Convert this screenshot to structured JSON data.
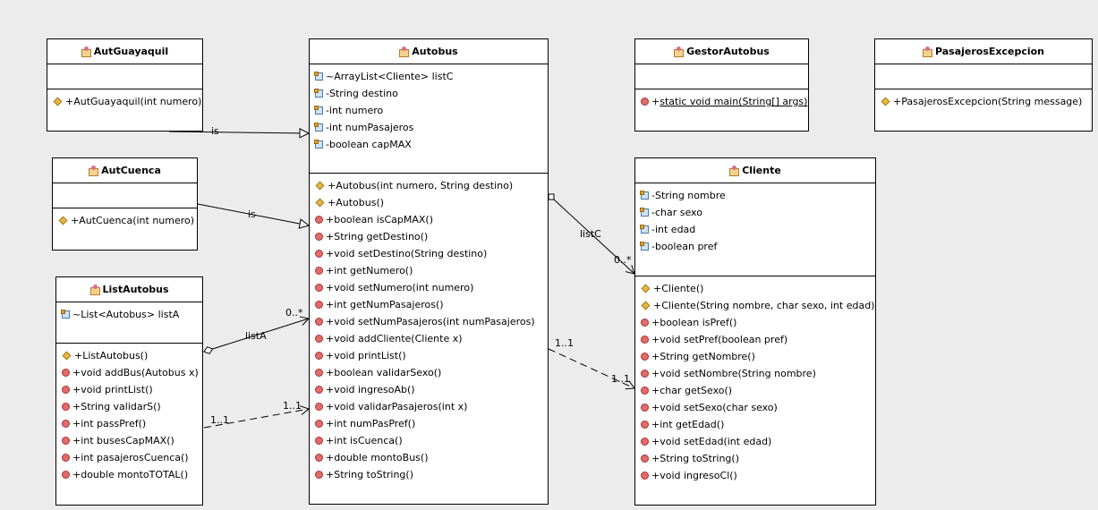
{
  "classes": {
    "autguayaquil": {
      "name": "AutGuayaquil",
      "fields": [],
      "methods": [
        {
          "icon": "constructor-icon",
          "text": "+AutGuayaquil(int numero)"
        }
      ]
    },
    "autcuenca": {
      "name": "AutCuenca",
      "fields": [],
      "methods": [
        {
          "icon": "constructor-icon",
          "text": "+AutCuenca(int numero)"
        }
      ]
    },
    "listautobus": {
      "name": "ListAutobus",
      "fields": [
        {
          "icon": "field-icon",
          "text": "~List<Autobus> listA"
        }
      ],
      "methods": [
        {
          "icon": "constructor-icon",
          "text": "+ListAutobus()"
        },
        {
          "icon": "method-icon",
          "text": "+void addBus(Autobus x)"
        },
        {
          "icon": "method-icon",
          "text": "+void printList()"
        },
        {
          "icon": "method-icon",
          "text": "+String validarS()"
        },
        {
          "icon": "method-icon",
          "text": "+int passPref()"
        },
        {
          "icon": "method-icon",
          "text": "+int busesCapMAX()"
        },
        {
          "icon": "method-icon",
          "text": "+int pasajerosCuenca()"
        },
        {
          "icon": "method-icon",
          "text": "+double montoTOTAL()"
        }
      ]
    },
    "autobus": {
      "name": "Autobus",
      "fields": [
        {
          "icon": "field-icon",
          "text": "~ArrayList<Cliente> listC"
        },
        {
          "icon": "field-icon",
          "text": "-String destino"
        },
        {
          "icon": "field-icon",
          "text": "-int numero"
        },
        {
          "icon": "field-icon",
          "text": "-int numPasajeros"
        },
        {
          "icon": "field-icon",
          "text": "-boolean capMAX"
        }
      ],
      "methods": [
        {
          "icon": "constructor-icon",
          "text": "+Autobus(int numero, String destino)"
        },
        {
          "icon": "constructor-icon",
          "text": "+Autobus()"
        },
        {
          "icon": "method-icon",
          "text": "+boolean isCapMAX()"
        },
        {
          "icon": "method-icon",
          "text": "+String getDestino()"
        },
        {
          "icon": "method-icon",
          "text": "+void setDestino(String destino)"
        },
        {
          "icon": "method-icon",
          "text": "+int getNumero()"
        },
        {
          "icon": "method-icon",
          "text": "+void setNumero(int numero)"
        },
        {
          "icon": "method-icon",
          "text": "+int getNumPasajeros()"
        },
        {
          "icon": "method-icon",
          "text": "+void setNumPasajeros(int numPasajeros)"
        },
        {
          "icon": "method-icon",
          "text": "+void addCliente(Cliente x)"
        },
        {
          "icon": "method-icon",
          "text": "+void printList()"
        },
        {
          "icon": "method-icon",
          "text": "+boolean validarSexo()"
        },
        {
          "icon": "method-icon",
          "text": "+void ingresoAb()"
        },
        {
          "icon": "method-icon",
          "text": "+void validarPasajeros(int x)"
        },
        {
          "icon": "method-icon",
          "text": "+int numPasPref()"
        },
        {
          "icon": "method-icon",
          "text": "+int isCuenca()"
        },
        {
          "icon": "method-icon",
          "text": "+double montoBus()"
        },
        {
          "icon": "method-icon",
          "text": "+String toString()"
        }
      ]
    },
    "gestorautobus": {
      "name": "GestorAutobus",
      "fields": [],
      "methods": [
        {
          "icon": "method-icon",
          "text": "+",
          "underlined": "static void main(String[] args)"
        }
      ]
    },
    "pasajerosexcepcion": {
      "name": "PasajerosExcepcion",
      "fields": [],
      "methods": [
        {
          "icon": "constructor-icon",
          "text": "+PasajerosExcepcion(String message)"
        }
      ]
    },
    "cliente": {
      "name": "Cliente",
      "fields": [
        {
          "icon": "field-icon",
          "text": "-String nombre"
        },
        {
          "icon": "field-icon",
          "text": "-char sexo"
        },
        {
          "icon": "field-icon",
          "text": "-int edad"
        },
        {
          "icon": "field-icon",
          "text": "-boolean pref"
        }
      ],
      "methods": [
        {
          "icon": "constructor-icon",
          "text": "+Cliente()"
        },
        {
          "icon": "constructor-icon",
          "text": "+Cliente(String nombre, char sexo, int edad)"
        },
        {
          "icon": "method-icon",
          "text": "+boolean isPref()"
        },
        {
          "icon": "method-icon",
          "text": "+void setPref(boolean pref)"
        },
        {
          "icon": "method-icon",
          "text": "+String getNombre()"
        },
        {
          "icon": "method-icon",
          "text": "+void setNombre(String nombre)"
        },
        {
          "icon": "method-icon",
          "text": "+char getSexo()"
        },
        {
          "icon": "method-icon",
          "text": "+void setSexo(char sexo)"
        },
        {
          "icon": "method-icon",
          "text": "+int getEdad()"
        },
        {
          "icon": "method-icon",
          "text": "+void setEdad(int edad)"
        },
        {
          "icon": "method-icon",
          "text": "+String toString()"
        },
        {
          "icon": "method-icon",
          "text": "+void ingresoCl()"
        }
      ]
    }
  },
  "edges": {
    "guayaquil_is": "is",
    "cuenca_is": "is",
    "listA_role": "listA",
    "listA_mult": "0..*",
    "dep_src_mult": "1..1",
    "dep_tgt_mult": "1..1",
    "listC_role": "listC",
    "listC_mult": "0..*",
    "cli_src_mult": "1..1",
    "cli_tgt_mult": "1..1"
  },
  "colors": {
    "background": "#ececec",
    "box": "#ffffff",
    "constructor": "#e6b84a",
    "method": "#e26b6b",
    "field": "#cfe3f7"
  }
}
